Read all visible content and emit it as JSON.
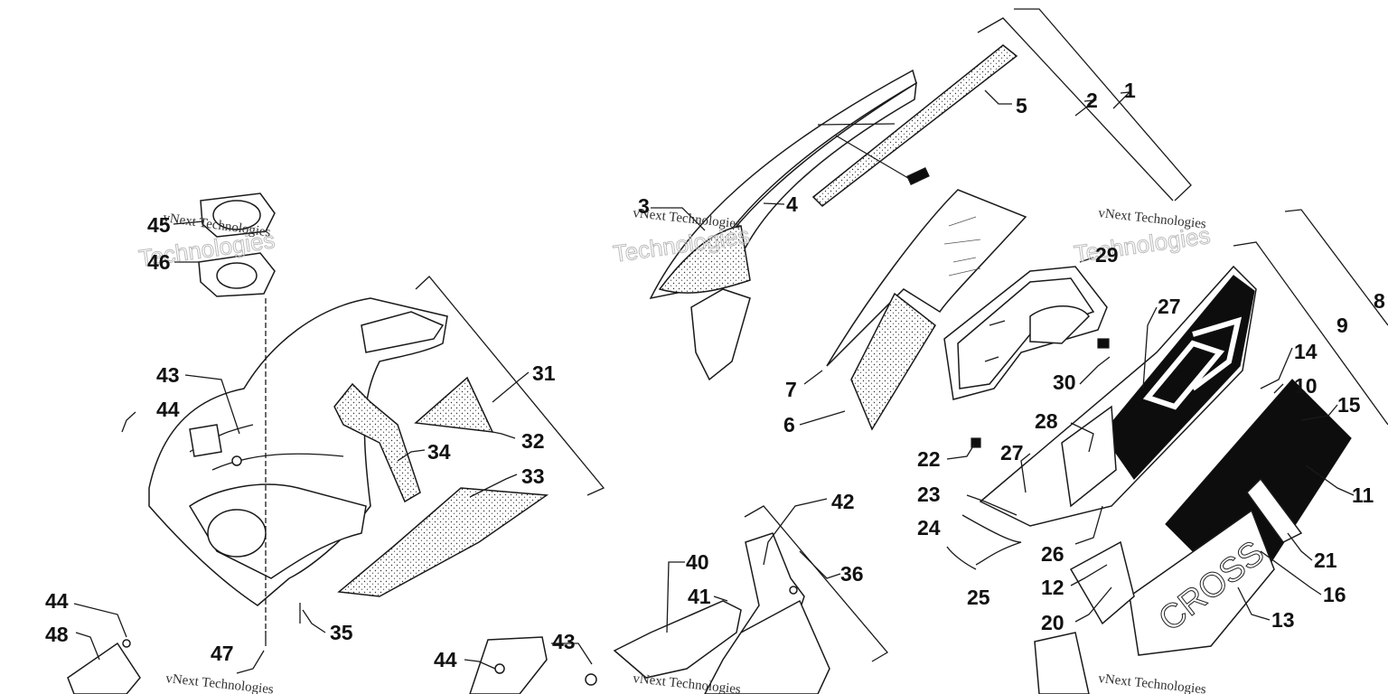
{
  "diagram": {
    "watermark_text": "vNext Technologies",
    "callouts": [
      {
        "id": "c1",
        "text": "1"
      },
      {
        "id": "c2",
        "text": "2"
      },
      {
        "id": "c3",
        "text": "3"
      },
      {
        "id": "c4",
        "text": "4"
      },
      {
        "id": "c5",
        "text": "5"
      },
      {
        "id": "c6",
        "text": "6"
      },
      {
        "id": "c7",
        "text": "7"
      },
      {
        "id": "c8",
        "text": "8"
      },
      {
        "id": "c9",
        "text": "9"
      },
      {
        "id": "c10",
        "text": "10"
      },
      {
        "id": "c11",
        "text": "11"
      },
      {
        "id": "c12",
        "text": "12"
      },
      {
        "id": "c13",
        "text": "13"
      },
      {
        "id": "c14",
        "text": "14"
      },
      {
        "id": "c15",
        "text": "15"
      },
      {
        "id": "c16",
        "text": "16"
      },
      {
        "id": "c20",
        "text": "20"
      },
      {
        "id": "c21",
        "text": "21"
      },
      {
        "id": "c22",
        "text": "22"
      },
      {
        "id": "c23",
        "text": "23"
      },
      {
        "id": "c24",
        "text": "24"
      },
      {
        "id": "c25",
        "text": "25"
      },
      {
        "id": "c26",
        "text": "26"
      },
      {
        "id": "c27a",
        "text": "27"
      },
      {
        "id": "c27b",
        "text": "27"
      },
      {
        "id": "c28",
        "text": "28"
      },
      {
        "id": "c29",
        "text": "29"
      },
      {
        "id": "c30",
        "text": "30"
      },
      {
        "id": "c31",
        "text": "31"
      },
      {
        "id": "c32",
        "text": "32"
      },
      {
        "id": "c33",
        "text": "33"
      },
      {
        "id": "c34",
        "text": "34"
      },
      {
        "id": "c35",
        "text": "35"
      },
      {
        "id": "c36",
        "text": "36"
      },
      {
        "id": "c40",
        "text": "40"
      },
      {
        "id": "c41",
        "text": "41"
      },
      {
        "id": "c42",
        "text": "42"
      },
      {
        "id": "c43a",
        "text": "43"
      },
      {
        "id": "c43b",
        "text": "43"
      },
      {
        "id": "c44a",
        "text": "44"
      },
      {
        "id": "c44b",
        "text": "44"
      },
      {
        "id": "c44c",
        "text": "44"
      },
      {
        "id": "c45",
        "text": "45"
      },
      {
        "id": "c46",
        "text": "46"
      },
      {
        "id": "c47",
        "text": "47"
      },
      {
        "id": "c48",
        "text": "48"
      }
    ]
  }
}
